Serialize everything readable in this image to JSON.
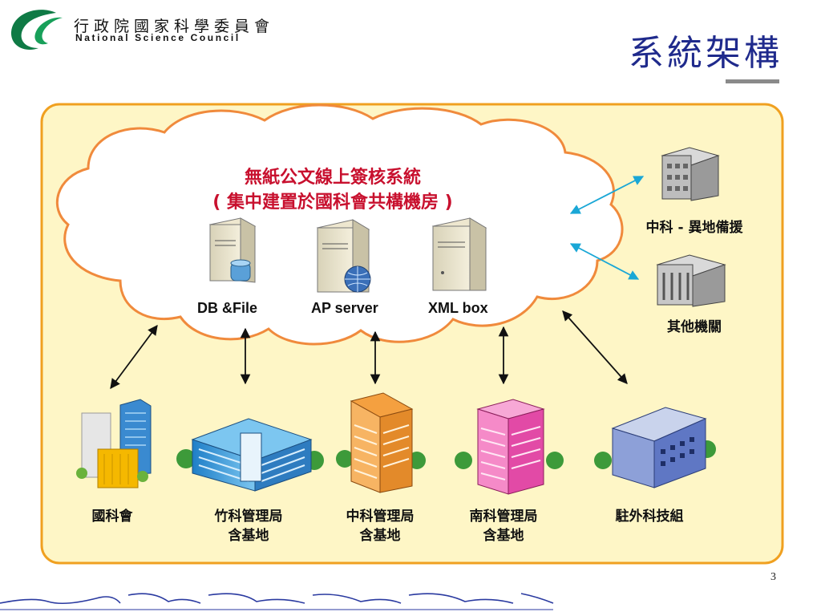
{
  "header": {
    "org_name_zh": "行政院國家科學委員會",
    "org_name_en": "National Science Council",
    "slide_title": "系統架構",
    "page_number": "3"
  },
  "cloud": {
    "title_line1": "無紙公文線上簽核系統",
    "title_line2": "( 集中建置於國科會共構機房 )",
    "servers": [
      {
        "label": "DB &File",
        "icon": "database-server-icon"
      },
      {
        "label": "AP server",
        "icon": "web-server-icon"
      },
      {
        "label": "XML box",
        "icon": "xml-server-icon"
      }
    ]
  },
  "right_sites": [
    {
      "label": "中科 - 異地備援",
      "icon": "office-building-icon"
    },
    {
      "label": "其他機關",
      "icon": "government-building-icon"
    }
  ],
  "bottom_sites": [
    {
      "line1": "國科會",
      "line2": "",
      "icon": "nsc-building-icon"
    },
    {
      "line1": "竹科管理局",
      "line2": "含基地",
      "icon": "hsinchu-park-building-icon"
    },
    {
      "line1": "中科管理局",
      "line2": "含基地",
      "icon": "central-park-building-icon"
    },
    {
      "line1": "南科管理局",
      "line2": "含基地",
      "icon": "southern-park-building-icon"
    },
    {
      "line1": "駐外科技組",
      "line2": "",
      "icon": "overseas-office-building-icon"
    }
  ],
  "colors": {
    "title": "#1f2a8c",
    "panel_fill": "#fef6c6",
    "panel_border": "#f0a020",
    "cloud_border": "#f08a3c",
    "cloud_title": "#c8102e",
    "cyan_arrow": "#1aa7d6",
    "logo_green": "#0f7a45"
  }
}
